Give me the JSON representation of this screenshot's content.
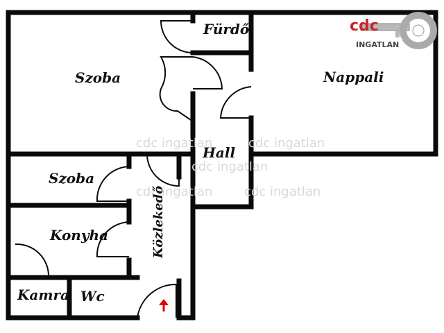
{
  "rooms": {
    "szoba_big": "Szoba",
    "furdo": "Fürdő",
    "nappali": "Nappali",
    "hall": "Hall",
    "szoba_small": "Szoba",
    "konyha": "Konyha",
    "kozlekedo": "Közlekedő",
    "kamra": "Kamra",
    "wc": "Wc"
  },
  "watermark": "cdc ingatlan",
  "logo": {
    "brand": "cdc",
    "subtitle": "INGATLAN"
  },
  "colors": {
    "wall": "#0a0a0a",
    "window": "#7fbf7f",
    "entrance_arrow": "#e00000",
    "logo_red": "#c8252a"
  }
}
